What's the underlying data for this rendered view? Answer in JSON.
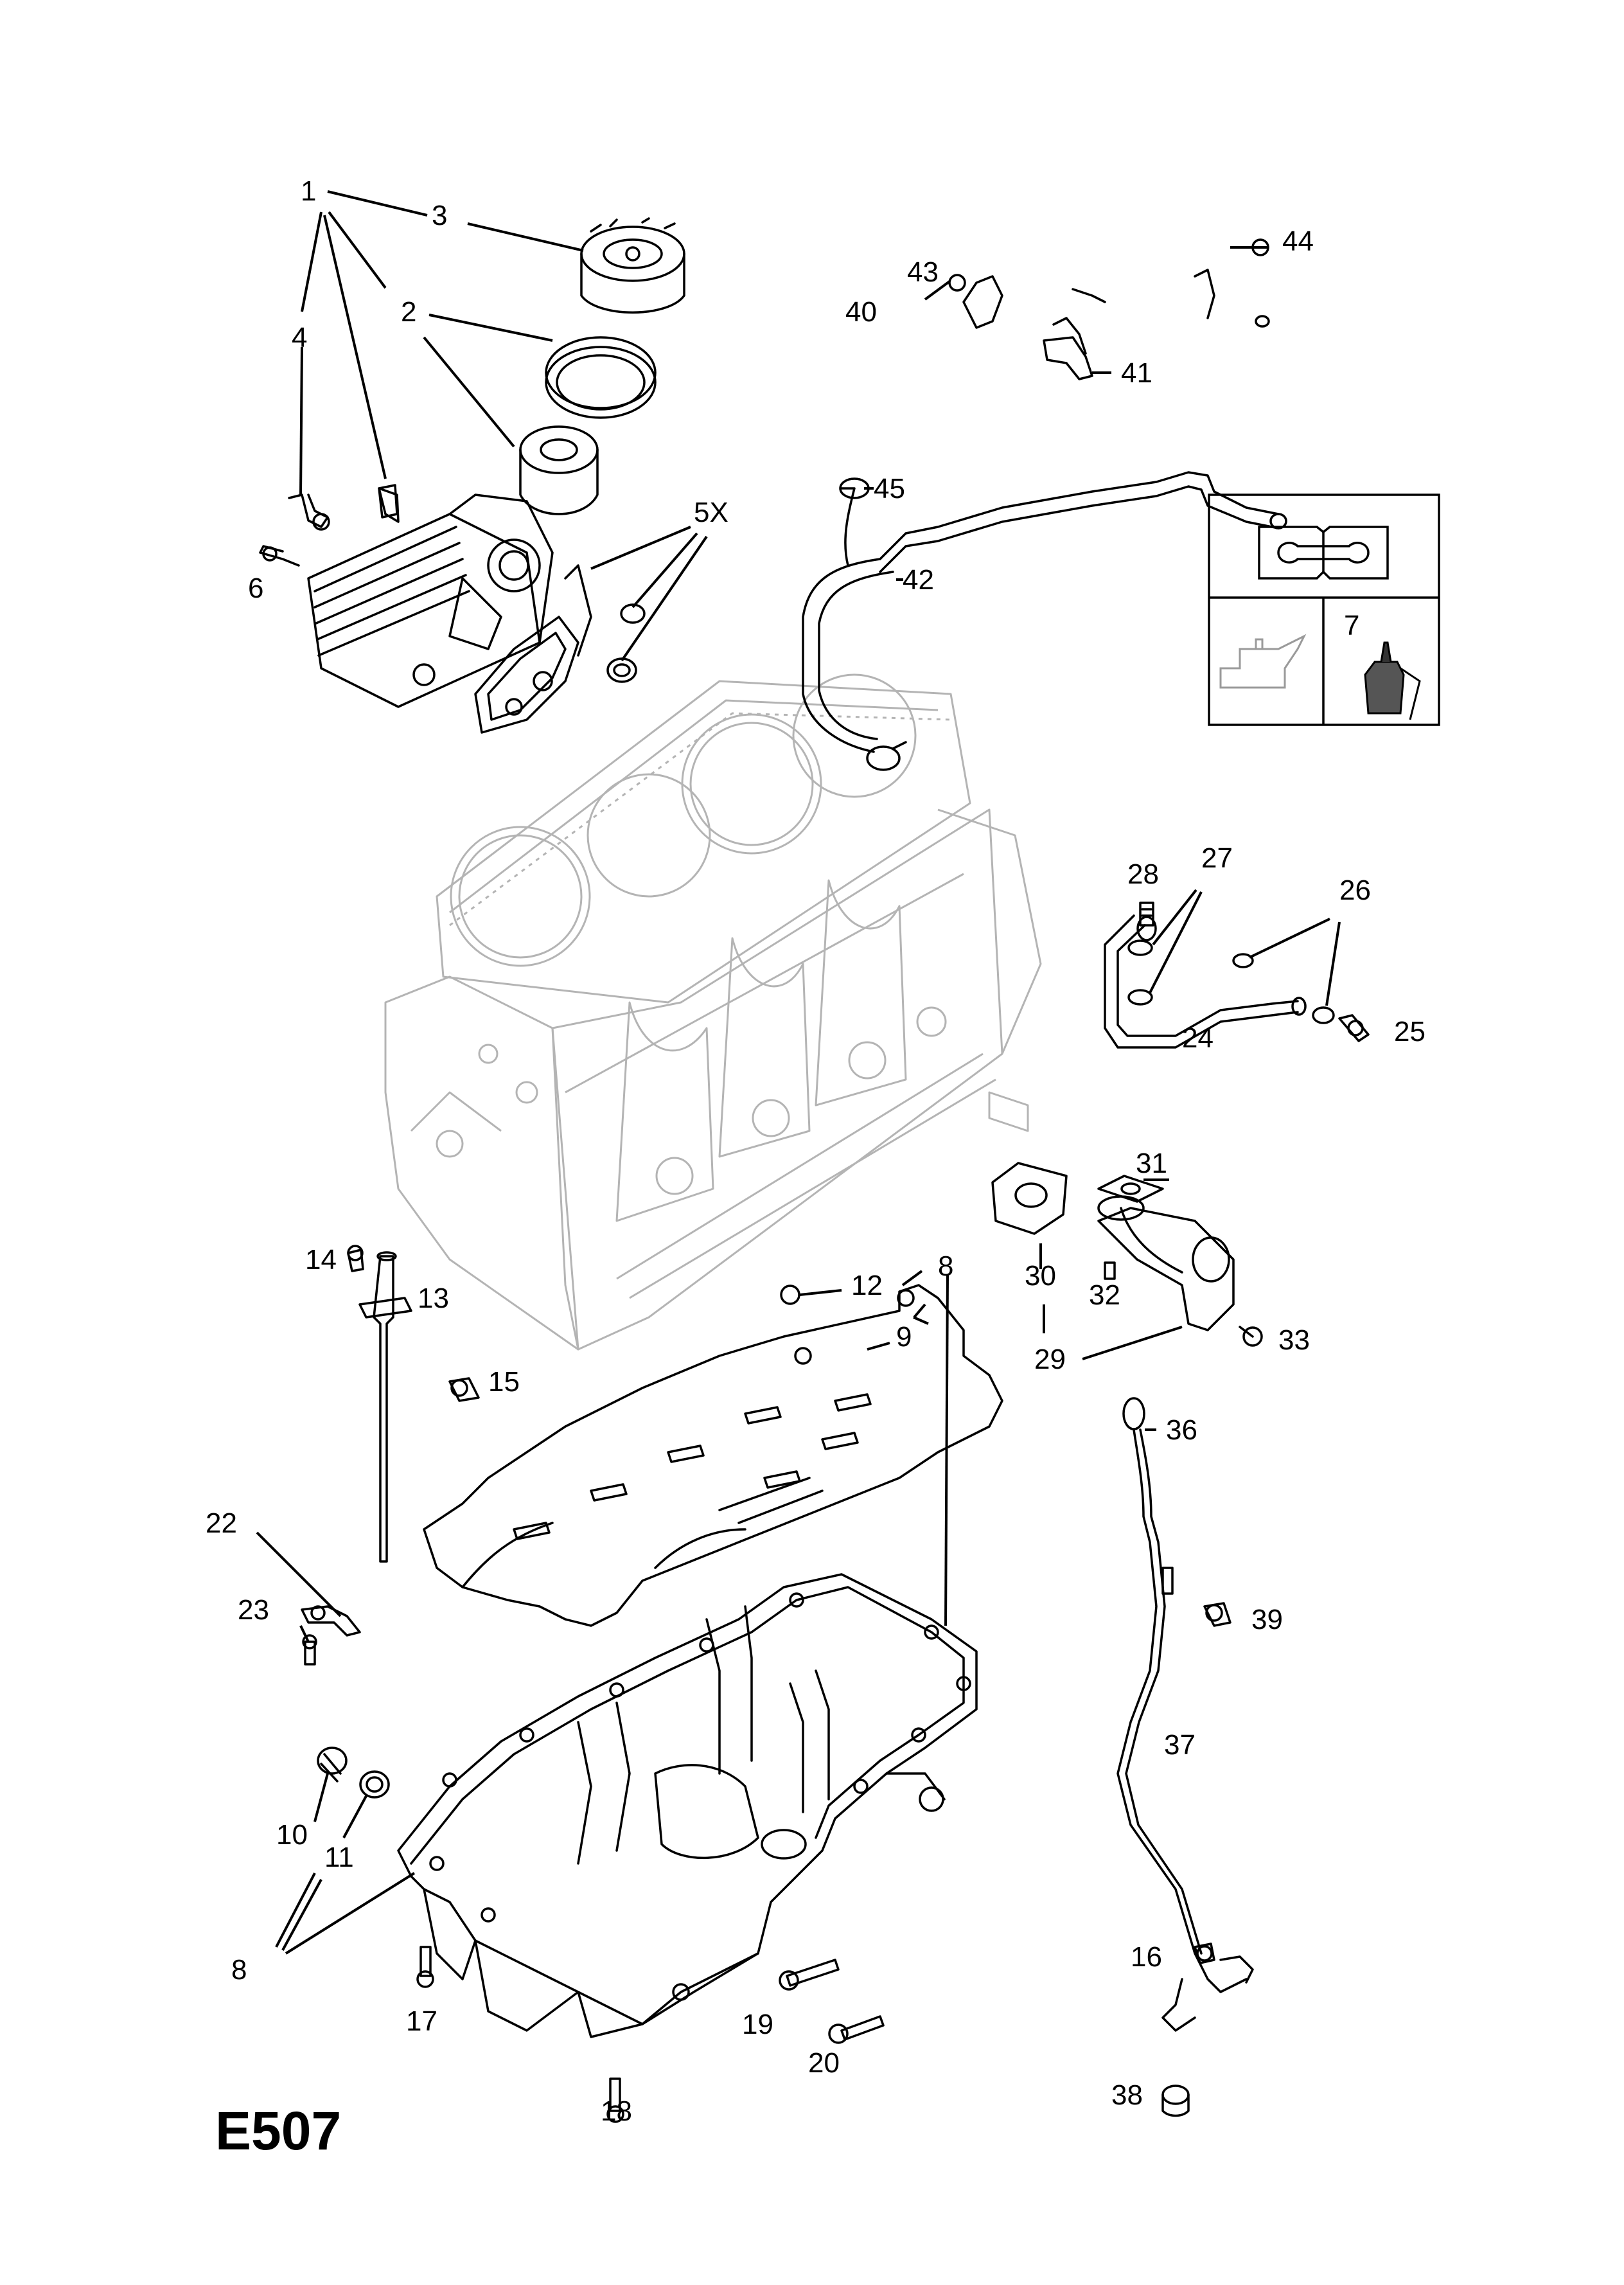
{
  "diagram_code": "E507",
  "callouts": {
    "c1": "1",
    "c2": "2",
    "c3": "3",
    "c4": "4",
    "c5x": "5X",
    "c6": "6",
    "c7": "7",
    "c8a": "8",
    "c8b": "8",
    "c9": "9",
    "c10": "10",
    "c11": "11",
    "c12": "12",
    "c13": "13",
    "c14": "14",
    "c15": "15",
    "c16": "16",
    "c17": "17",
    "c18": "18",
    "c19": "19",
    "c20": "20",
    "c22": "22",
    "c23": "23",
    "c24": "24",
    "c25": "25",
    "c26": "26",
    "c27": "27",
    "c28": "28",
    "c29": "29",
    "c30": "30",
    "c31": "31",
    "c32": "32",
    "c33": "33",
    "c36": "36",
    "c37": "37",
    "c38": "38",
    "c39": "39",
    "c40": "40",
    "c41": "41",
    "c42": "42",
    "c43": "43",
    "c44": "44",
    "c45": "45"
  },
  "symbols": {
    "items": [
      "repair-manual-icon",
      "oil-can-icon",
      "sealant-tube-icon"
    ],
    "sealant_ref": "7"
  }
}
